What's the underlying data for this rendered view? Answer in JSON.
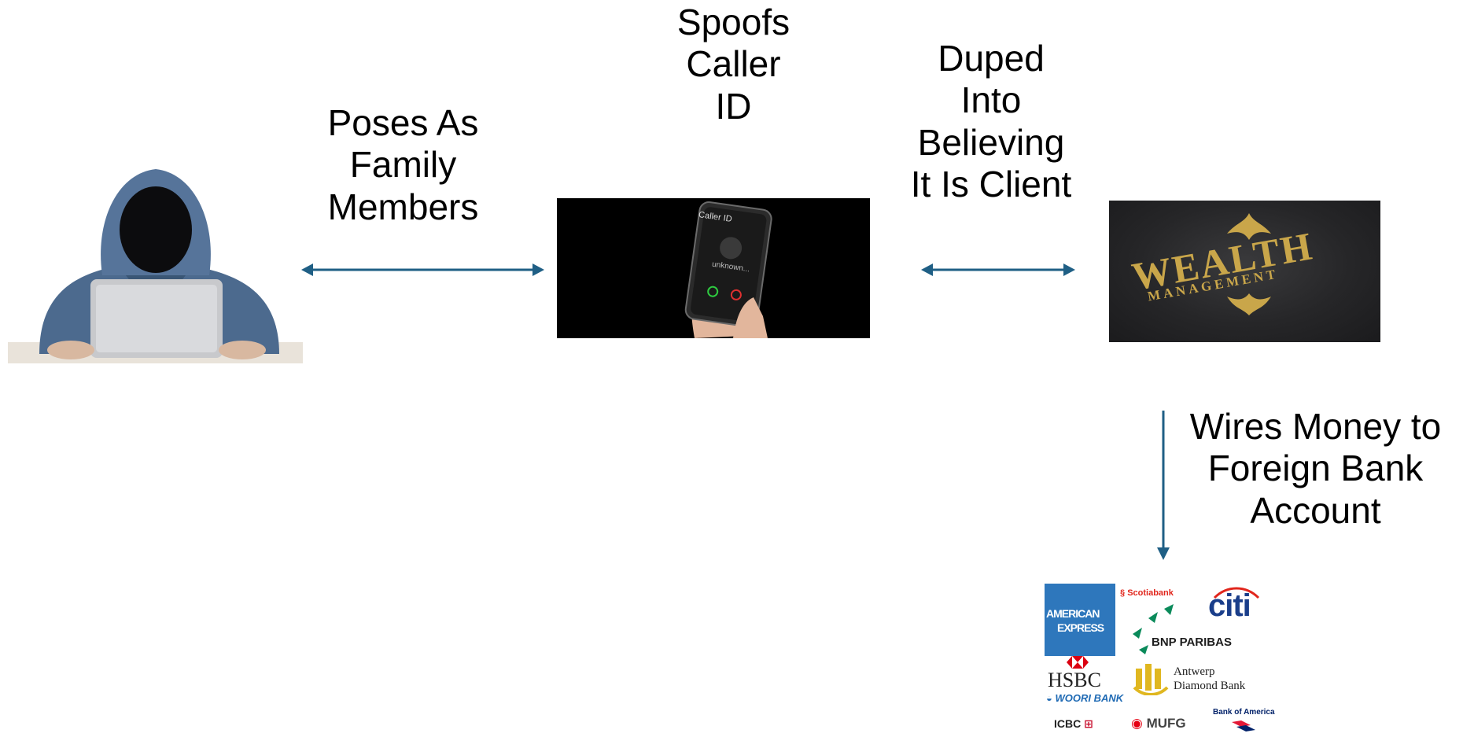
{
  "labels": {
    "poses": [
      "Poses As",
      "Family",
      "Members"
    ],
    "spoofs": [
      "Spoofs",
      "Caller",
      "ID"
    ],
    "duped": [
      "Duped",
      "Into",
      "Believing",
      "It Is Client"
    ],
    "wires": [
      "Wires Money to",
      "Foreign Bank",
      "Account"
    ]
  },
  "phone": {
    "header": "Caller ID",
    "status": "unknown..."
  },
  "wealth": {
    "line1": "WEALTH",
    "line2": "MANAGEMENT"
  },
  "banks": {
    "amex": [
      "AMERICAN",
      "EXPRESS"
    ],
    "scotiabank": "Scotiabank",
    "citi": "citi",
    "bnp": "BNP PARIBAS",
    "hsbc": "HSBC",
    "woori": "WOORI BANK",
    "antwerp": [
      "Antwerp",
      "Diamond Bank"
    ],
    "icbc": "ICBC",
    "mufg": "MUFG",
    "boa": "Bank of America"
  },
  "colors": {
    "arrow": "#1f5f85",
    "amex": "#2e77bc",
    "gold": "#c9a64a"
  },
  "icons": [
    "hooded-hacker-figure",
    "smartphone-in-hand",
    "wealth-management-emblem",
    "bank-logos-collage"
  ]
}
